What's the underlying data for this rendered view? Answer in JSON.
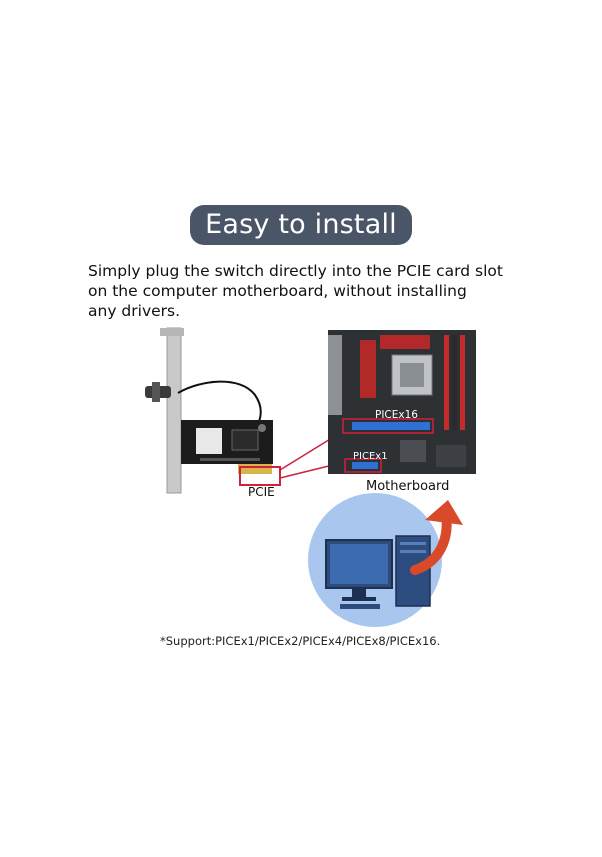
{
  "header": {
    "title": "Easy to install"
  },
  "description": {
    "lines": [
      "Simply plug the switch directly into the PCIE card slot",
      "on the computer motherboard,  without installing",
      "any drivers."
    ]
  },
  "labels": {
    "pcie": "PCIE",
    "motherboard": "Motherboard",
    "slot_x16": "PICEx16",
    "slot_x1": "PICEx1"
  },
  "footnote": "*Support:PICEx1/PICEx2/PICEx4/PICEx8/PICEx16.",
  "colors": {
    "pill": "#4a5568",
    "highlight_red": "#d0203a",
    "slot_blue": "#2f6fd6",
    "circle_blue": "#a9c6ef",
    "arrow_red": "#d94a2a"
  }
}
